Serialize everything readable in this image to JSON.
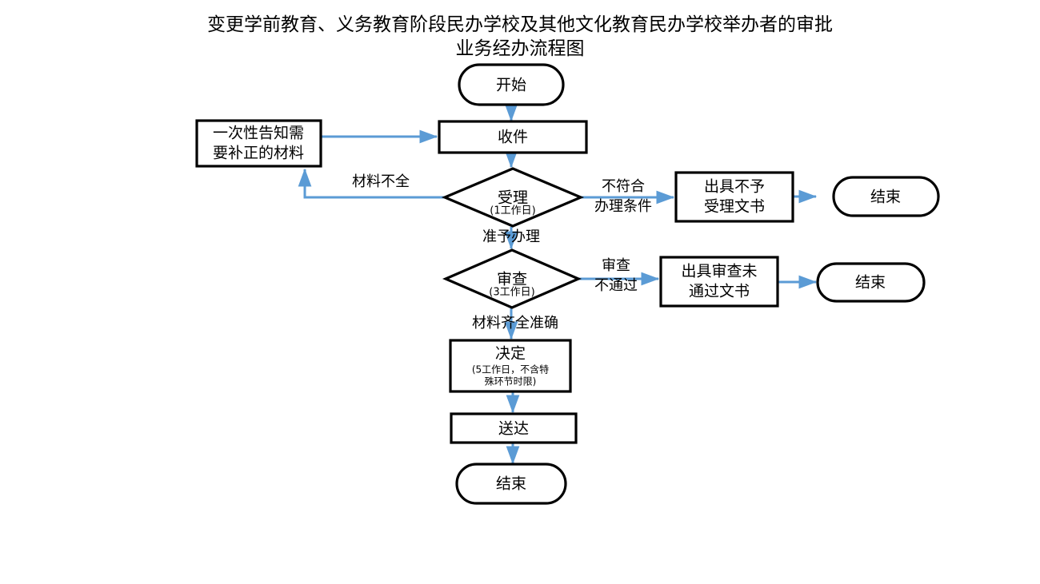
{
  "diagram": {
    "title": "变更学前教育、义务教育阶段民办学校及其他文化教育民办学校举办者的审批\n业务经办流程图",
    "colors": {
      "connector": "#5b9bd5",
      "node_border": "#000000",
      "node_fill": "#ffffff",
      "text": "#000000",
      "background": "#ffffff"
    },
    "nodes": {
      "start": {
        "label": "开始",
        "shape": "rounded"
      },
      "receive": {
        "label": "收件",
        "shape": "rectangle"
      },
      "notify": {
        "line1": "一次性告知需",
        "line2": "要补正的材料",
        "shape": "rectangle"
      },
      "accept": {
        "label": "受理",
        "sub": "(1工作日)",
        "shape": "diamond"
      },
      "reject_doc": {
        "line1": "出具不予",
        "line2": "受理文书",
        "shape": "rectangle"
      },
      "end_reject": {
        "label": "结束",
        "shape": "rounded"
      },
      "review": {
        "label": "审查",
        "sub": "(3工作日)",
        "shape": "diamond"
      },
      "fail_doc": {
        "line1": "出具审查未",
        "line2": "通过文书",
        "shape": "rectangle"
      },
      "end_fail": {
        "label": "结束",
        "shape": "rounded"
      },
      "decide": {
        "label": "决定",
        "sub1": "(5工作日，不含特",
        "sub2": "殊环节时限)",
        "shape": "rectangle"
      },
      "deliver": {
        "label": "送达",
        "shape": "rectangle"
      },
      "end_final": {
        "label": "结束",
        "shape": "rounded"
      }
    },
    "edge_labels": {
      "incomplete": "材料不全",
      "not_qualified_1": "不符合",
      "not_qualified_2": "办理条件",
      "permit": "准予办理",
      "review_fail_1": "审查",
      "review_fail_2": "不通过",
      "materials_ok": "材料齐全准确"
    }
  }
}
